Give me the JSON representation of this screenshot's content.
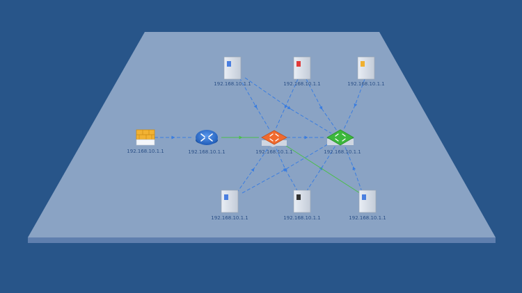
{
  "colors": {
    "background": "#285589",
    "platform_top": "#8aa3c4",
    "platform_edge": "#6f8db8",
    "dashed_link": "#3a7de0",
    "solid_link": "#4bbf4b",
    "firewall": "#f2b233",
    "router": "#2c6fd1",
    "switch_core": "#f06a2e",
    "switch_green": "#3cb83c"
  },
  "nodes": {
    "firewall": {
      "label": "192.168.10.1.1",
      "icon": "firewall-icon"
    },
    "router": {
      "label": "192.168.10.1.1",
      "icon": "router-icon"
    },
    "core_switch": {
      "label": "192.168.10.1.1",
      "icon": "switch-icon",
      "color": "#f06a2e"
    },
    "edge_switch": {
      "label": "192.168.10.1.1",
      "icon": "switch-icon",
      "color": "#3cb83c"
    },
    "server_top_left": {
      "label": "192.168.10.1.1",
      "indicator": "#4a7fe0"
    },
    "server_top_center": {
      "label": "192.168.10.1.1",
      "indicator": "#e03a3a"
    },
    "server_top_right": {
      "label": "192.168.10.1.1",
      "indicator": "#f0b030"
    },
    "server_bottom_left": {
      "label": "192.168.10.1.1",
      "indicator": "#4a7fe0"
    },
    "server_bottom_center": {
      "label": "192.168.10.1.1",
      "indicator": "#333333"
    },
    "server_bottom_right": {
      "label": "192.168.10.1.1",
      "indicator": "#4a7fe0"
    }
  }
}
